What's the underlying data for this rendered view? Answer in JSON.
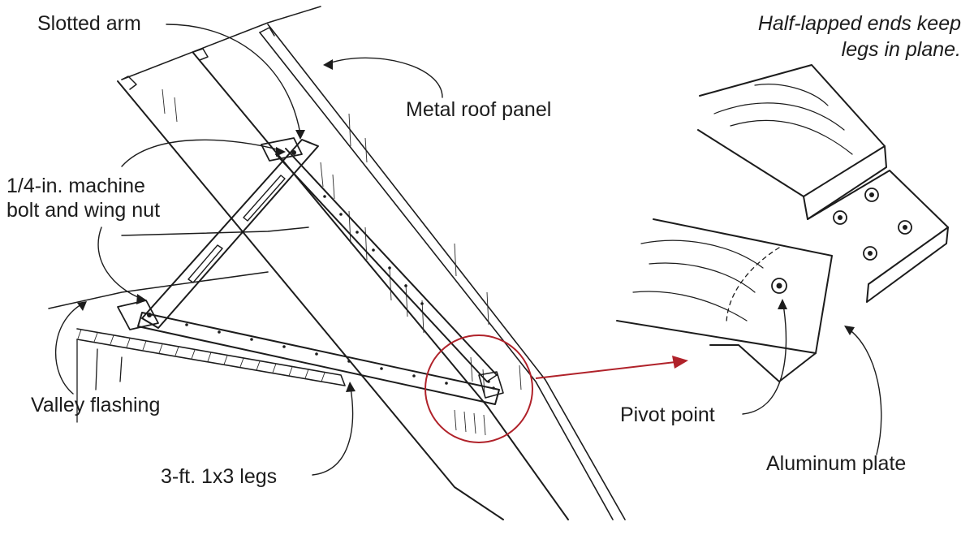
{
  "labels": {
    "slotted_arm": "Slotted arm",
    "metal_roof_panel": "Metal roof panel",
    "bolt_line1": "1/4-in. machine",
    "bolt_line2": "bolt and wing nut",
    "valley_flashing": "Valley flashing",
    "legs": "3-ft. 1x3 legs",
    "note_line1": "Half-lapped ends keep",
    "note_line2": "legs in plane.",
    "pivot_point": "Pivot point",
    "aluminum_plate": "Aluminum plate"
  },
  "colors": {
    "ink": "#1c1c1c",
    "detail_callout": "#b0222a",
    "background": "#ffffff"
  }
}
